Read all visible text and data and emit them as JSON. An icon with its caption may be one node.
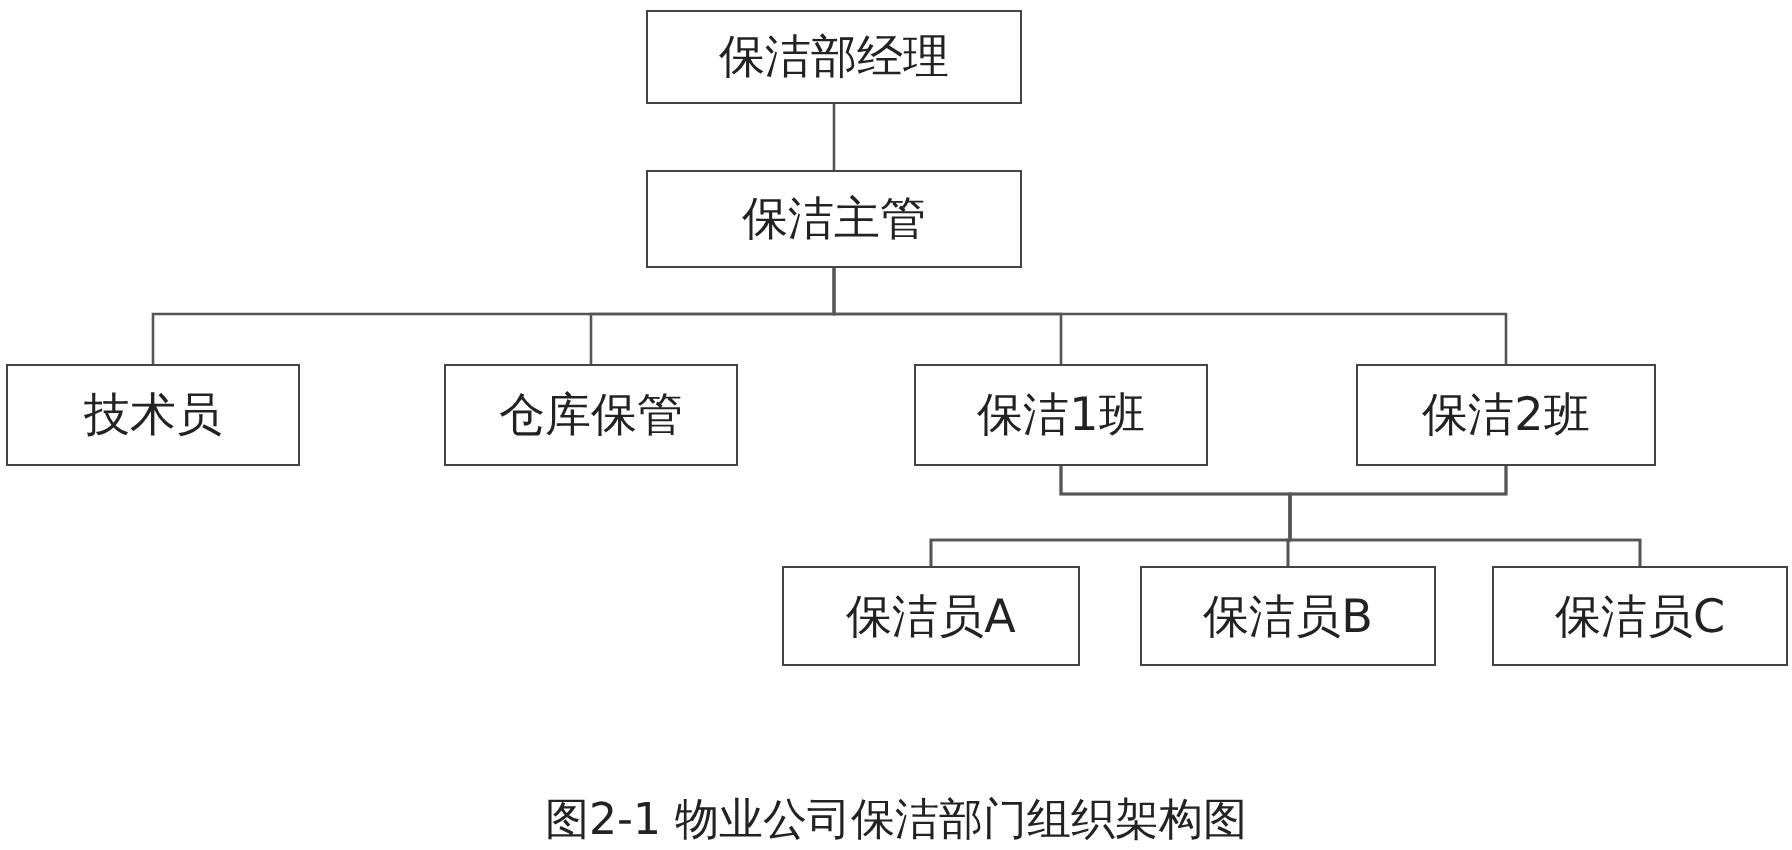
{
  "diagram": {
    "caption": "图2-1 物业公司保洁部门组织架构图",
    "nodes": [
      {
        "text": [
          "保洁部经理"
        ]
      },
      {
        "text": [
          "保洁主管"
        ]
      },
      {
        "text": [
          "技术员"
        ]
      },
      {
        "text": [
          "仓库保管"
        ]
      },
      {
        "text": [
          "保洁1班"
        ]
      },
      {
        "text": [
          "保洁2班"
        ]
      },
      {
        "text": [
          "保洁员A"
        ]
      },
      {
        "text": [
          "保洁员B"
        ]
      },
      {
        "text": [
          "保洁员C"
        ]
      }
    ],
    "edges": [
      {
        "from": 0,
        "to": 1,
        "arrow": "none"
      },
      {
        "from": 1,
        "to": 2,
        "arrow": "none"
      },
      {
        "from": 1,
        "to": 3,
        "arrow": "none"
      },
      {
        "from": 1,
        "to": 4,
        "arrow": "none"
      },
      {
        "from": 1,
        "to": 5,
        "arrow": "none"
      },
      {
        "from": 4,
        "to": 6,
        "arrow": "none"
      },
      {
        "from": 4,
        "to": 7,
        "arrow": "none"
      },
      {
        "from": 4,
        "to": 8,
        "arrow": "none"
      },
      {
        "from": 5,
        "to": 6,
        "arrow": "none"
      },
      {
        "from": 5,
        "to": 7,
        "arrow": "none"
      },
      {
        "from": 5,
        "to": 8,
        "arrow": "none"
      }
    ]
  }
}
